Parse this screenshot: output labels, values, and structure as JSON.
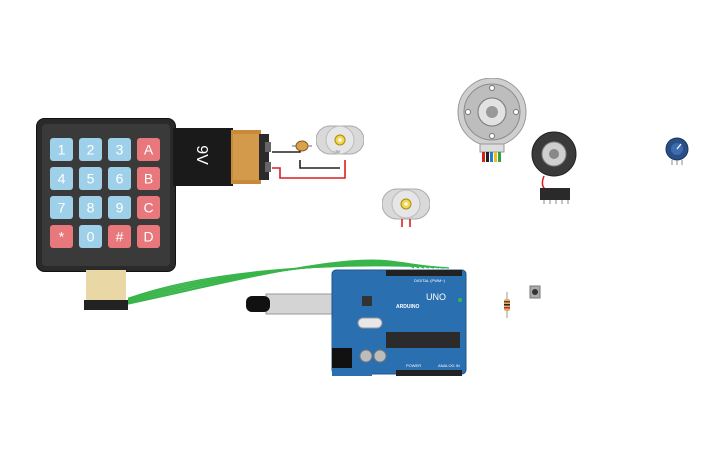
{
  "canvas": {
    "background": "#ffffff"
  },
  "keypad": {
    "keys": [
      "1",
      "2",
      "3",
      "A",
      "4",
      "5",
      "6",
      "B",
      "7",
      "8",
      "9",
      "C",
      "*",
      "0",
      "#",
      "D"
    ],
    "colors": {
      "number_key": "#9fd0ea",
      "letter_key": "#e8787c",
      "body": "#222222"
    }
  },
  "battery": {
    "label": "9V",
    "body_color": "#1a1a1a",
    "cap_color": "#c9893a"
  },
  "arduino": {
    "brand": "ARDUINO",
    "model": "UNO",
    "digital_label": "DIGITAL (PWM~)",
    "power_label": "POWER",
    "analog_label": "ANALOG IN",
    "board_color": "#2a6fb0"
  },
  "motors": {
    "small_motor_label": "~3V",
    "wire_colors": [
      "#d92020",
      "#222222"
    ]
  },
  "wires": {
    "color": "#39b54a"
  },
  "components": [
    "keypad-4x4",
    "battery-9v",
    "photoresistor",
    "dc-motor",
    "dc-motor",
    "servo-gear-motor",
    "rotary-encoder",
    "potentiometer",
    "arduino-uno",
    "resistor",
    "pushbutton"
  ]
}
